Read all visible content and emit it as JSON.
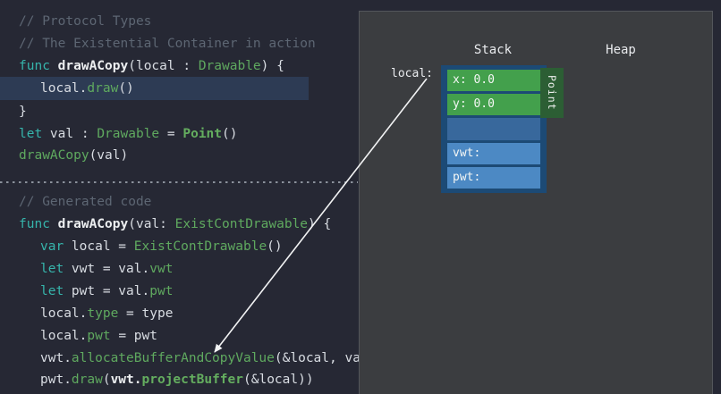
{
  "colors": {
    "page_bg": "#262834",
    "panel_bg": "#3b3d40",
    "panel_border": "#53565b",
    "highlight_line_bg": "#2d3b54",
    "comment": "#5d6673",
    "keyword": "#36b5ac",
    "plain_text": "#d9dde3",
    "type_green": "#5fa95f",
    "bold_white": "#eceef0",
    "stack_frame_blue": "#1c4a75",
    "value_row_green": "#43a04c",
    "point_tab_green": "#2c5e34",
    "empty_row_blue": "#38689c",
    "witness_row_blue": "#4c89c4",
    "arrow": "#f2f3f4",
    "divider_dash": "#8b919b"
  },
  "code": {
    "block1": [
      {
        "tokens": [
          "// Protocol Types"
        ]
      },
      {
        "tokens": [
          "// The Existential Container in action"
        ]
      },
      {
        "tokens": [
          "func ",
          "drawACopy",
          "(local : ",
          "Drawable",
          ") {"
        ]
      },
      {
        "tokens": [
          "local.",
          "draw",
          "()"
        ]
      },
      {
        "tokens": [
          "}"
        ]
      },
      {
        "tokens": [
          "let ",
          "val : ",
          "Drawable",
          " = ",
          "Point",
          "()"
        ]
      },
      {
        "tokens": [
          "drawACopy",
          "(val)"
        ]
      }
    ],
    "block2": [
      {
        "tokens": [
          "// Generated code"
        ]
      },
      {
        "tokens": [
          "func ",
          "drawACopy",
          "(val: ",
          "ExistContDrawable",
          ") {"
        ]
      },
      {
        "tokens": [
          "var ",
          "local = ",
          "ExistContDrawable",
          "()"
        ]
      },
      {
        "tokens": [
          "let ",
          "vwt = val.",
          "vwt"
        ]
      },
      {
        "tokens": [
          "let ",
          "pwt = val.",
          "pwt"
        ]
      },
      {
        "tokens": [
          "local.",
          "type",
          " = type"
        ]
      },
      {
        "tokens": [
          "local.",
          "pwt",
          " = pwt"
        ]
      },
      {
        "tokens": [
          "vwt.",
          "allocateBufferAndCopyValue",
          "(&local, val)"
        ]
      },
      {
        "tokens": [
          "pwt.",
          "draw",
          "(",
          "vwt.",
          "projectBuffer",
          "(&local))"
        ]
      }
    ]
  },
  "diagram": {
    "stack_label": "Stack",
    "heap_label": "Heap",
    "local_label": "local:",
    "point_tag": "Point",
    "stack_rows": [
      {
        "label": "x: 0.0",
        "kind": "value-green"
      },
      {
        "label": "y: 0.0",
        "kind": "value-green"
      },
      {
        "label": "",
        "kind": "empty-blue"
      },
      {
        "label": "vwt:",
        "kind": "witness-blue"
      },
      {
        "label": "pwt:",
        "kind": "witness-blue"
      }
    ]
  }
}
